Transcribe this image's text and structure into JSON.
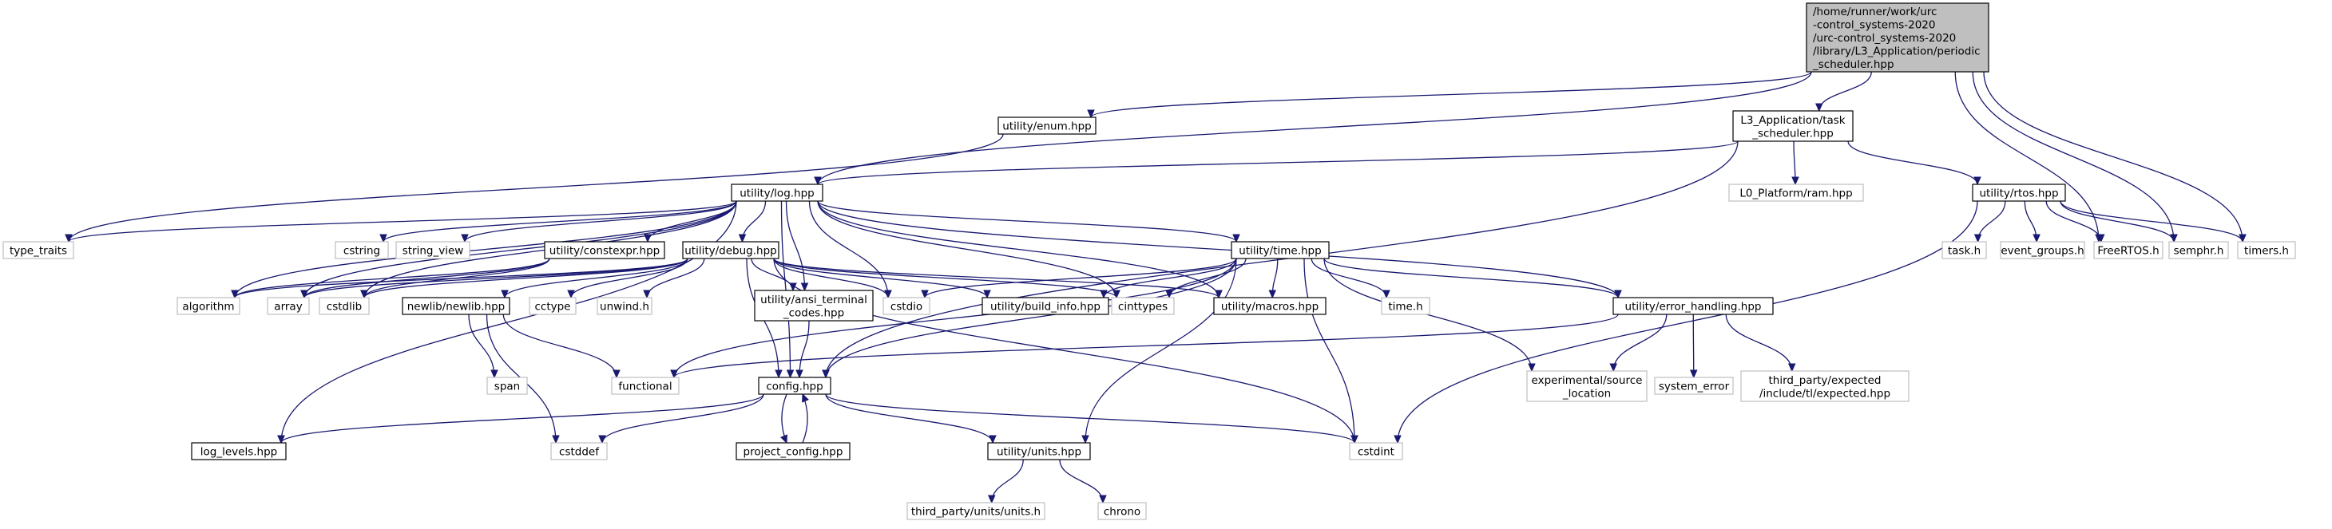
{
  "colors": {
    "edge": "#191970",
    "root_fill": "#bfbfbf",
    "box_border": "#000000",
    "external_border": "#bfbfbf",
    "background": "#ffffff"
  },
  "graph": {
    "nodes": [
      {
        "id": "root",
        "kind": "root",
        "lines": [
          "/home/runner/work/urc",
          "-control_systems-2020",
          "/urc-control_systems-2020",
          "/library/L3_Application/periodic",
          "_scheduler.hpp"
        ]
      },
      {
        "id": "enum",
        "kind": "file",
        "lines": [
          "utility/enum.hpp"
        ]
      },
      {
        "id": "task_scheduler",
        "kind": "file",
        "lines": [
          "L3_Application/task",
          "_scheduler.hpp"
        ]
      },
      {
        "id": "log",
        "kind": "file",
        "lines": [
          "utility/log.hpp"
        ]
      },
      {
        "id": "ram",
        "kind": "external",
        "lines": [
          "L0_Platform/ram.hpp"
        ]
      },
      {
        "id": "rtos",
        "kind": "file",
        "lines": [
          "utility/rtos.hpp"
        ]
      },
      {
        "id": "type_traits",
        "kind": "external",
        "lines": [
          "type_traits"
        ]
      },
      {
        "id": "cstring",
        "kind": "external",
        "lines": [
          "cstring"
        ]
      },
      {
        "id": "string_view",
        "kind": "external",
        "lines": [
          "string_view"
        ]
      },
      {
        "id": "constexpr",
        "kind": "file",
        "lines": [
          "utility/constexpr.hpp"
        ]
      },
      {
        "id": "debug",
        "kind": "file",
        "lines": [
          "utility/debug.hpp"
        ]
      },
      {
        "id": "time_hpp",
        "kind": "file",
        "lines": [
          "utility/time.hpp"
        ]
      },
      {
        "id": "task_h",
        "kind": "external",
        "lines": [
          "task.h"
        ]
      },
      {
        "id": "event_groups",
        "kind": "external",
        "lines": [
          "event_groups.h"
        ]
      },
      {
        "id": "freertos",
        "kind": "external",
        "lines": [
          "FreeRTOS.h"
        ]
      },
      {
        "id": "semphr",
        "kind": "external",
        "lines": [
          "semphr.h"
        ]
      },
      {
        "id": "timers",
        "kind": "external",
        "lines": [
          "timers.h"
        ]
      },
      {
        "id": "algorithm",
        "kind": "external",
        "lines": [
          "algorithm"
        ]
      },
      {
        "id": "array",
        "kind": "external",
        "lines": [
          "array"
        ]
      },
      {
        "id": "cstdlib",
        "kind": "external",
        "lines": [
          "cstdlib"
        ]
      },
      {
        "id": "newlib",
        "kind": "file",
        "lines": [
          "newlib/newlib.hpp"
        ]
      },
      {
        "id": "cctype",
        "kind": "external",
        "lines": [
          "cctype"
        ]
      },
      {
        "id": "unwind",
        "kind": "external",
        "lines": [
          "unwind.h"
        ]
      },
      {
        "id": "ansi",
        "kind": "file",
        "lines": [
          "utility/ansi_terminal",
          "_codes.hpp"
        ]
      },
      {
        "id": "cstdio",
        "kind": "external",
        "lines": [
          "cstdio"
        ]
      },
      {
        "id": "build_info",
        "kind": "file",
        "lines": [
          "utility/build_info.hpp"
        ]
      },
      {
        "id": "cinttypes",
        "kind": "external",
        "lines": [
          "cinttypes"
        ]
      },
      {
        "id": "macros",
        "kind": "file",
        "lines": [
          "utility/macros.hpp"
        ]
      },
      {
        "id": "time_h",
        "kind": "external",
        "lines": [
          "time.h"
        ]
      },
      {
        "id": "error_handling",
        "kind": "file",
        "lines": [
          "utility/error_handling.hpp"
        ]
      },
      {
        "id": "span",
        "kind": "external",
        "lines": [
          "span"
        ]
      },
      {
        "id": "functional",
        "kind": "external",
        "lines": [
          "functional"
        ]
      },
      {
        "id": "config",
        "kind": "file",
        "lines": [
          "config.hpp"
        ]
      },
      {
        "id": "source_location",
        "kind": "external",
        "lines": [
          "experimental/source",
          "_location"
        ]
      },
      {
        "id": "system_error",
        "kind": "external",
        "lines": [
          "system_error"
        ]
      },
      {
        "id": "expected",
        "kind": "external",
        "lines": [
          "third_party/expected",
          "/include/tl/expected.hpp"
        ]
      },
      {
        "id": "log_levels",
        "kind": "file",
        "lines": [
          "log_levels.hpp"
        ]
      },
      {
        "id": "cstddef",
        "kind": "external",
        "lines": [
          "cstddef"
        ]
      },
      {
        "id": "project_config",
        "kind": "file",
        "lines": [
          "project_config.hpp"
        ]
      },
      {
        "id": "units",
        "kind": "file",
        "lines": [
          "utility/units.hpp"
        ]
      },
      {
        "id": "cstdint",
        "kind": "external",
        "lines": [
          "cstdint"
        ]
      },
      {
        "id": "units_h",
        "kind": "external",
        "lines": [
          "third_party/units/units.h"
        ]
      },
      {
        "id": "chrono",
        "kind": "external",
        "lines": [
          "chrono"
        ]
      }
    ],
    "edges": [
      [
        "root",
        "enum"
      ],
      [
        "root",
        "log"
      ],
      [
        "root",
        "task_scheduler"
      ],
      [
        "root",
        "freertos"
      ],
      [
        "root",
        "semphr"
      ],
      [
        "root",
        "timers"
      ],
      [
        "enum",
        "type_traits"
      ],
      [
        "task_scheduler",
        "log"
      ],
      [
        "task_scheduler",
        "ram"
      ],
      [
        "task_scheduler",
        "rtos"
      ],
      [
        "task_scheduler",
        "config"
      ],
      [
        "log",
        "type_traits"
      ],
      [
        "log",
        "cstring"
      ],
      [
        "log",
        "string_view"
      ],
      [
        "log",
        "constexpr"
      ],
      [
        "log",
        "debug"
      ],
      [
        "log",
        "time_hpp"
      ],
      [
        "log",
        "algorithm"
      ],
      [
        "log",
        "array"
      ],
      [
        "log",
        "cstdlib"
      ],
      [
        "log",
        "ansi"
      ],
      [
        "log",
        "cstdio"
      ],
      [
        "log",
        "cinttypes"
      ],
      [
        "log",
        "macros"
      ],
      [
        "log",
        "error_handling"
      ],
      [
        "log",
        "log_levels"
      ],
      [
        "log",
        "config"
      ],
      [
        "rtos",
        "task_h"
      ],
      [
        "rtos",
        "event_groups"
      ],
      [
        "rtos",
        "freertos"
      ],
      [
        "rtos",
        "semphr"
      ],
      [
        "rtos",
        "timers"
      ],
      [
        "rtos",
        "cstdint"
      ],
      [
        "constexpr",
        "algorithm"
      ],
      [
        "constexpr",
        "array"
      ],
      [
        "constexpr",
        "cstdlib"
      ],
      [
        "debug",
        "algorithm"
      ],
      [
        "debug",
        "array"
      ],
      [
        "debug",
        "cstdlib"
      ],
      [
        "debug",
        "newlib"
      ],
      [
        "debug",
        "cctype"
      ],
      [
        "debug",
        "unwind"
      ],
      [
        "debug",
        "ansi"
      ],
      [
        "debug",
        "cstdio"
      ],
      [
        "debug",
        "build_info"
      ],
      [
        "debug",
        "cinttypes"
      ],
      [
        "debug",
        "macros"
      ],
      [
        "debug",
        "config"
      ],
      [
        "debug",
        "cstdint"
      ],
      [
        "time_hpp",
        "cstdio"
      ],
      [
        "time_hpp",
        "build_info"
      ],
      [
        "time_hpp",
        "cinttypes"
      ],
      [
        "time_hpp",
        "macros"
      ],
      [
        "time_hpp",
        "time_h"
      ],
      [
        "time_hpp",
        "error_handling"
      ],
      [
        "time_hpp",
        "source_location"
      ],
      [
        "time_hpp",
        "units"
      ],
      [
        "time_hpp",
        "config"
      ],
      [
        "time_hpp",
        "cstdint"
      ],
      [
        "time_hpp",
        "functional"
      ],
      [
        "newlib",
        "span"
      ],
      [
        "newlib",
        "functional"
      ],
      [
        "newlib",
        "cstddef"
      ],
      [
        "ansi",
        "config"
      ],
      [
        "error_handling",
        "functional"
      ],
      [
        "error_handling",
        "source_location"
      ],
      [
        "error_handling",
        "system_error"
      ],
      [
        "error_handling",
        "expected"
      ],
      [
        "config",
        "log_levels"
      ],
      [
        "config",
        "cstddef"
      ],
      [
        "config",
        "project_config"
      ],
      [
        "config",
        "units"
      ],
      [
        "config",
        "cstdint"
      ],
      [
        "project_config",
        "config"
      ],
      [
        "units",
        "units_h"
      ],
      [
        "units",
        "chrono"
      ]
    ]
  }
}
